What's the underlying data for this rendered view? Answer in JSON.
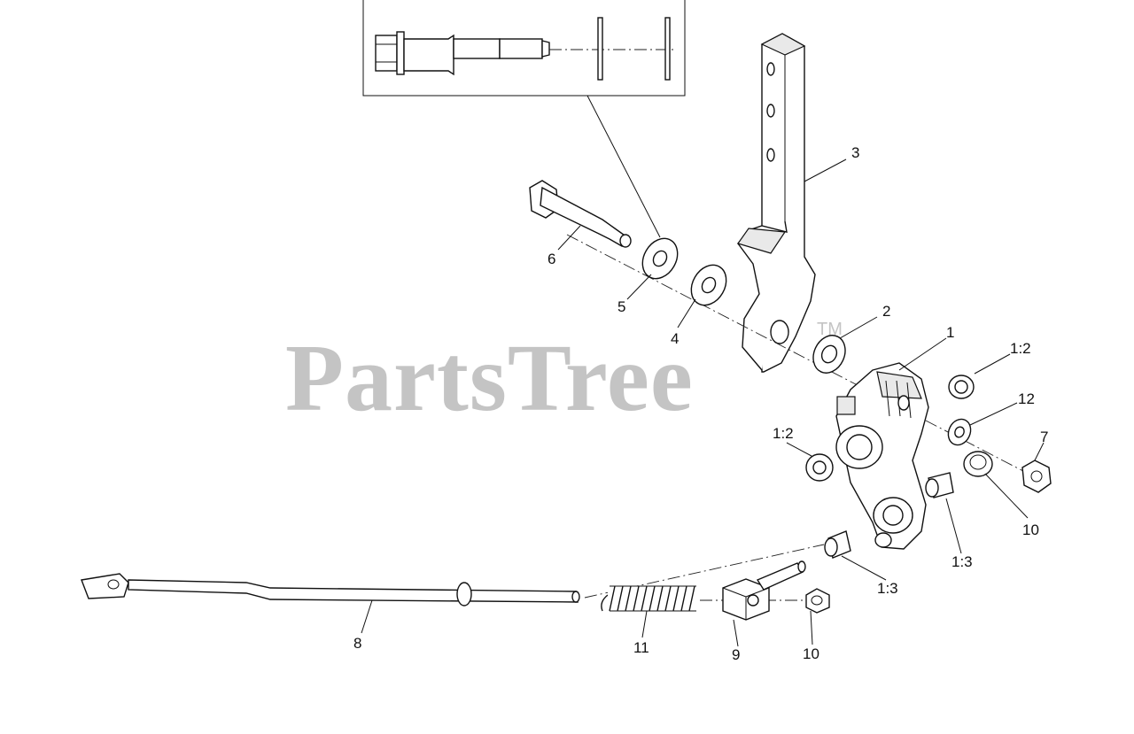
{
  "watermark": {
    "brand": "PartsTree",
    "trademark": "TM"
  },
  "callouts": {
    "c1": "1",
    "c1_2a": "1:2",
    "c1_2b": "1:2",
    "c1_3a": "1:3",
    "c1_3b": "1:3",
    "c2": "2",
    "c3": "3",
    "c4": "4",
    "c5": "5",
    "c6": "6",
    "c7": "7",
    "c8": "8",
    "c9": "9",
    "c10a": "10",
    "c10b": "10",
    "c11": "11",
    "c12": "12"
  },
  "colors": {
    "line": "#111111",
    "watermark": "#c4c4c4",
    "background": "#ffffff"
  }
}
